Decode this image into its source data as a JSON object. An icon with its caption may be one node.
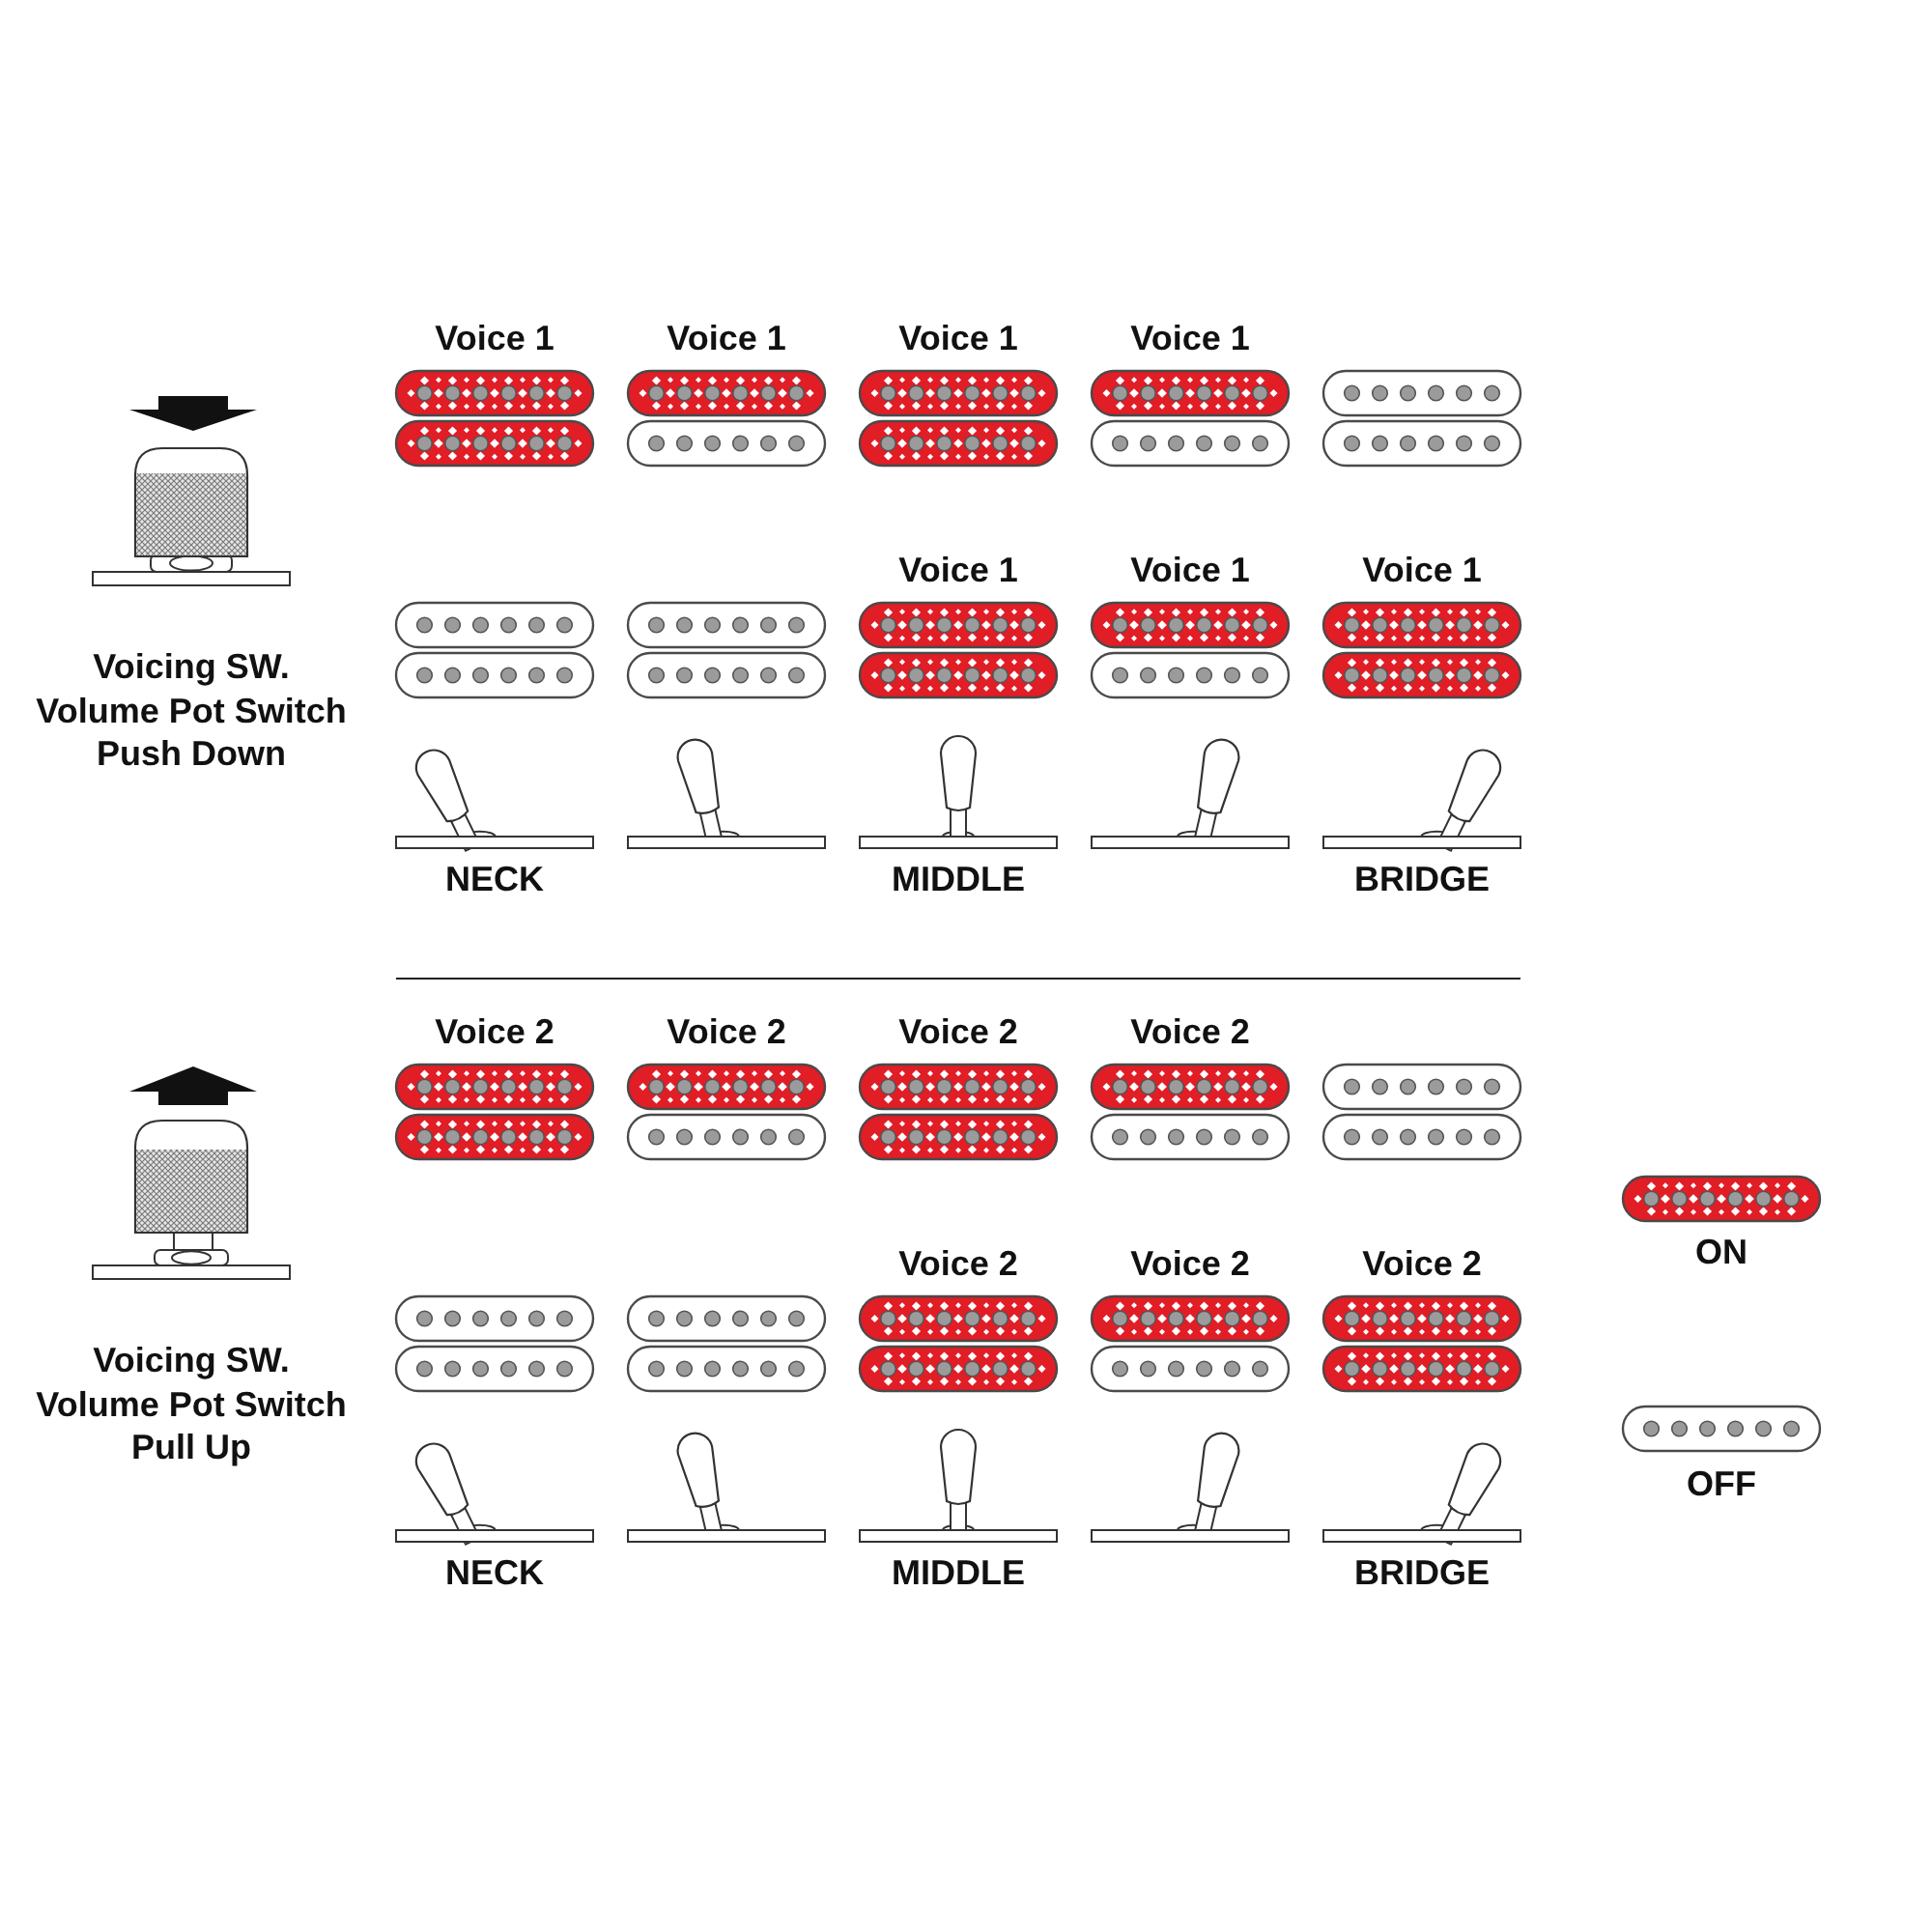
{
  "diagram": {
    "labels": [
      "Voice 1",
      "Voice 1",
      "Voice 1",
      "Voice 1",
      "Voice 1",
      "Voice 1",
      "Voice 1",
      "Voicing SW. Volume Pot Switch Push Down",
      "NECK",
      "MIDDLE",
      "BRIDGE",
      "Voice 2",
      "Voice 2",
      "Voice 2",
      "Voice 2",
      "Voice 2",
      "Voice 2",
      "Voice 2",
      "Voicing SW. Volume Pot Switch Pull Up",
      "NECK",
      "MIDDLE",
      "BRIDGE"
    ],
    "legend": [
      {
        "text": "ON",
        "color": "#e11d26"
      },
      {
        "text": "OFF"
      }
    ]
  }
}
